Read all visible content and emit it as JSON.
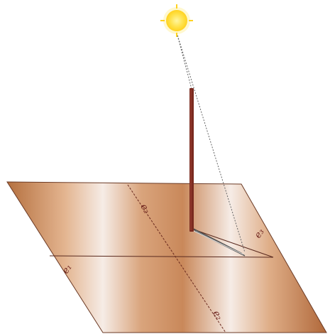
{
  "diagram": {
    "sun": {
      "icon": "sun-icon",
      "color": "#ffe24a",
      "glow_color": "#ffd21f"
    },
    "rod": {
      "color": "#7a2a1f"
    },
    "plane": {
      "light_color": "#f6ece6",
      "mid_color": "#e3b48f",
      "dark_color": "#b5703f",
      "edge_color": "#5a2a1f"
    },
    "shadow": {
      "color": "#5f5f5f"
    },
    "labels": {
      "axis_back": "e₂",
      "axis_left": "e₁",
      "shadow_end": "e₃",
      "axis_front": "e₂"
    }
  }
}
